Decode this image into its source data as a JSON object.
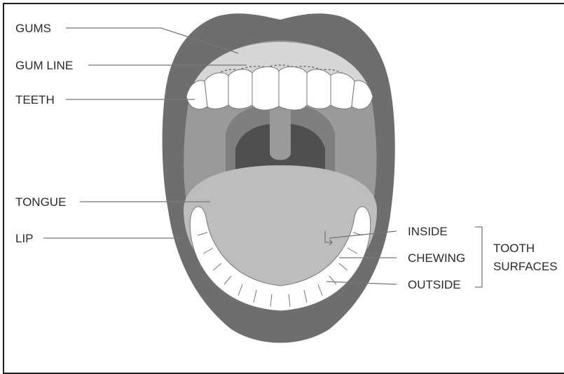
{
  "labels": {
    "gums": "GUMS",
    "gum_line": "GUM LINE",
    "teeth": "TEETH",
    "tongue": "TONGUE",
    "lip": "LIP",
    "inside": "INSIDE",
    "chewing": "CHEWING",
    "outside": "OUTSIDE",
    "tooth_surfaces_1": "TOOTH",
    "tooth_surfaces_2": "SURFACES"
  },
  "colors": {
    "lip": "#6e6e6e",
    "mouth_interior": "#9a9a9a",
    "throat": "#7f7f7f",
    "throat_dark": "#4f4f4f",
    "tongue": "#bdbdbd",
    "teeth": "#ffffff",
    "gums": "#d6d6d6",
    "leader_line": "#777777"
  }
}
